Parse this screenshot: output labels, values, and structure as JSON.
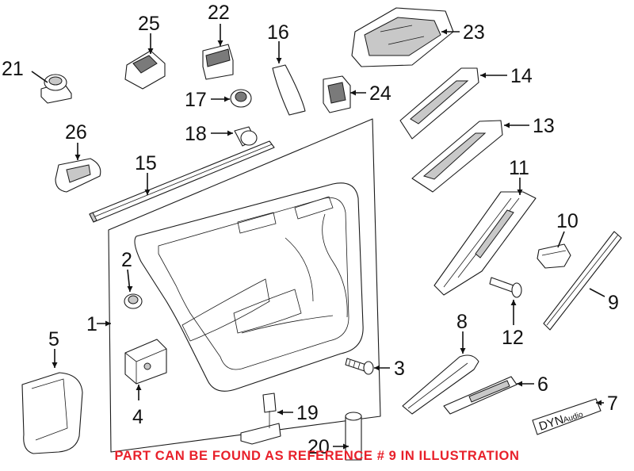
{
  "callouts": {
    "c1": "1",
    "c2": "2",
    "c3": "3",
    "c4": "4",
    "c5": "5",
    "c6": "6",
    "c7": "7",
    "c8": "8",
    "c9": "9",
    "c10": "10",
    "c11": "11",
    "c12": "12",
    "c13": "13",
    "c14": "14",
    "c15": "15",
    "c16": "16",
    "c17": "17",
    "c18": "18",
    "c19": "19",
    "c20": "20",
    "c21": "21",
    "c22": "22",
    "c23": "23",
    "c24": "24",
    "c25": "25",
    "c26": "26"
  },
  "badge_text": {
    "part": "DYN",
    "sub": "Audio"
  },
  "footer": {
    "note": "PART CAN BE FOUND AS REFERENCE # 9 IN ILLUSTRATION",
    "color": "#e8202a"
  },
  "colors": {
    "line": "#111111",
    "shade": "#c8c8c8",
    "background": "#ffffff"
  }
}
